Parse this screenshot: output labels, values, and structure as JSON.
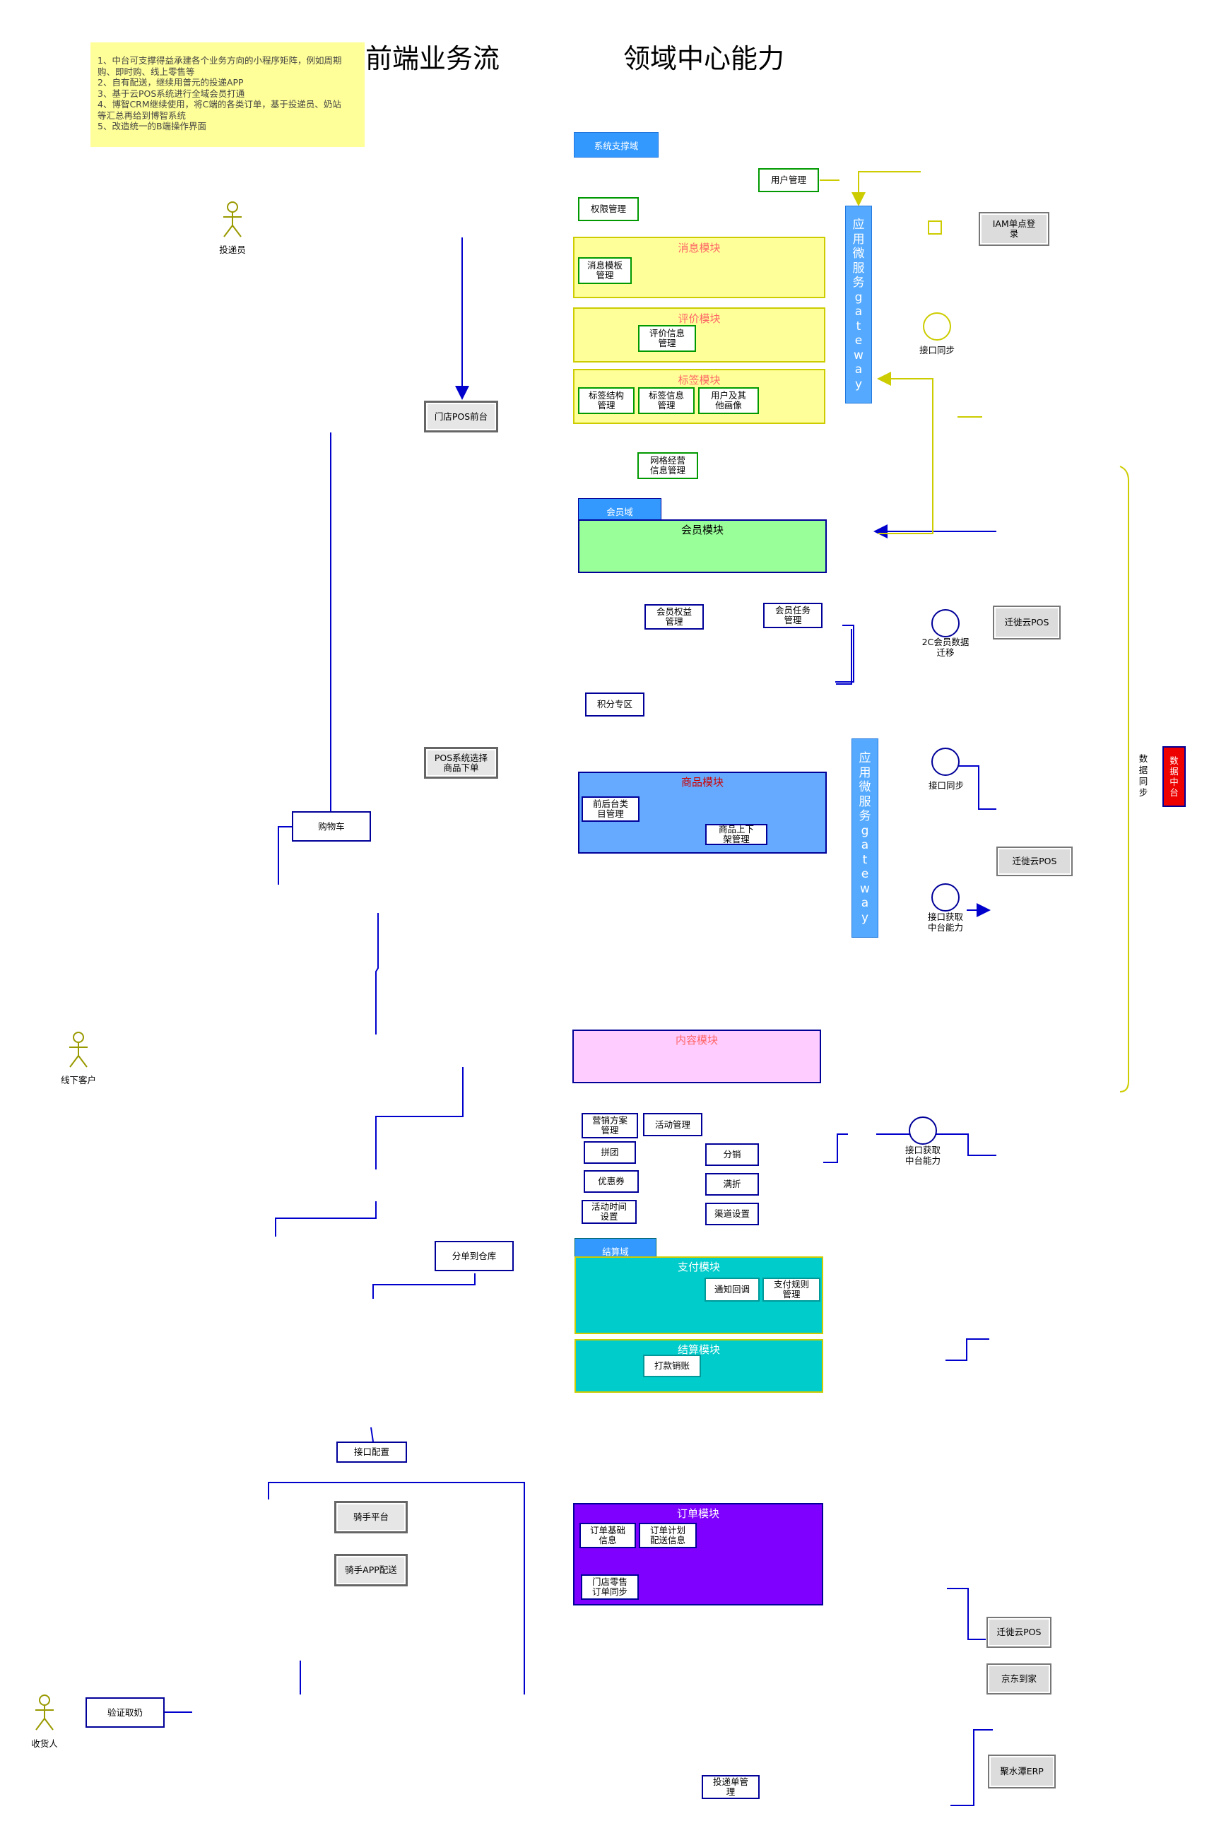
{
  "titles": {
    "frontend_flow": "前端业务流",
    "domain_center": "领域中心能力"
  },
  "note": {
    "lines": [
      "1、中台可支撑得益承建各个业务方向的小程序矩阵，例如周期",
      "购、即时购、线上零售等",
      "2、自有配送，继续用普元的投递APP",
      "3、基于云POS系统进行全域会员打通",
      "4、博智CRM继续使用，将C端的各类订单，基于投递员、奶站",
      "等汇总再给到博智系统",
      "5、改造统一的B端操作界面"
    ]
  },
  "actors": {
    "courier": "投递员",
    "offline_customer": "线下客户",
    "receiver": "收货人"
  },
  "frontend": {
    "store_pos": "门店POS前台",
    "pos_order": "POS系统选择\n商品下单",
    "cart": "购物车",
    "split_warehouse": "分单到仓库",
    "api_config": "接口配置",
    "rider_platform": "骑手平台",
    "rider_app": "骑手APP配送",
    "verify_milk": "验证取奶",
    "delivery_order": "投递单管\n理"
  },
  "domain": {
    "system_support": "系统支撑域",
    "user_mgmt": "用户管理",
    "perm_mgmt": "权限管理",
    "msg_module": "消息模块",
    "msg_template": "消息模板\n管理",
    "review_module": "评价模块",
    "review_info": "评价信息\n管理",
    "tag_module": "标签模块",
    "tag_struct": "标签结构\n管理",
    "tag_info": "标签信息\n管理",
    "user_profile": "用户及其\n他画像",
    "grid_ops": "网格经营\n信息管理",
    "member_domain": "会员域",
    "member_module": "会员模块",
    "member_rights": "会员权益\n管理",
    "member_tasks": "会员任务\n管理",
    "points": "积分专区",
    "product_module": "商品模块",
    "category_mgmt": "前后台类\n目管理",
    "product_shelf": "商品上下\n架管理",
    "content_module": "内容模块",
    "marketing_plan": "营销方案\n管理",
    "activity_mgmt": "活动管理",
    "group_buy": "拼团",
    "distribution": "分销",
    "coupon": "优惠券",
    "discount": "满折",
    "activity_time": "活动时间\n设置",
    "channel_settings": "渠道设置",
    "settlement_domain": "结算域",
    "payment_module": "支付模块",
    "notify_callback": "通知回调",
    "payment_rules": "支付规则\n管理",
    "settlement_module": "结算模块",
    "payout": "打款销账",
    "order_module": "订单模块",
    "order_basic": "订单基础\n信息",
    "order_plan": "订单计划\n配送信息",
    "store_retail": "门店零售\n订单同步"
  },
  "gateway": {
    "chars": [
      "应",
      "用",
      "微",
      "服",
      "务",
      "g",
      "a",
      "t",
      "e",
      "w",
      "a",
      "y"
    ]
  },
  "external": {
    "iam": "IAM单点登\n录",
    "api_sync_1": "接口同步",
    "qiantu_pos_1": "迁徙云POS",
    "member_migrate": "2C会员数据\n迁移",
    "api_sync_2": "接口同步",
    "qiantu_pos_2": "迁徙云POS",
    "api_fetch_1": "接口获取\n中台能力",
    "api_fetch_2": "接口获取\n中台能力",
    "qiantu_pos_3": "迁徙云POS",
    "jd_home": "京东到家",
    "jushuitan": "聚水潭ERP",
    "data_sync": "数\n据\n同\n步",
    "data_center": "数\n据\n中\n台"
  },
  "colors": {
    "member_fill": "#99ff99",
    "product_fill": "#66aaff",
    "content_fill": "#ffccff",
    "settle_fill": "#00cccc",
    "order_fill": "#7f00ff",
    "data_center": "#ee0000"
  }
}
